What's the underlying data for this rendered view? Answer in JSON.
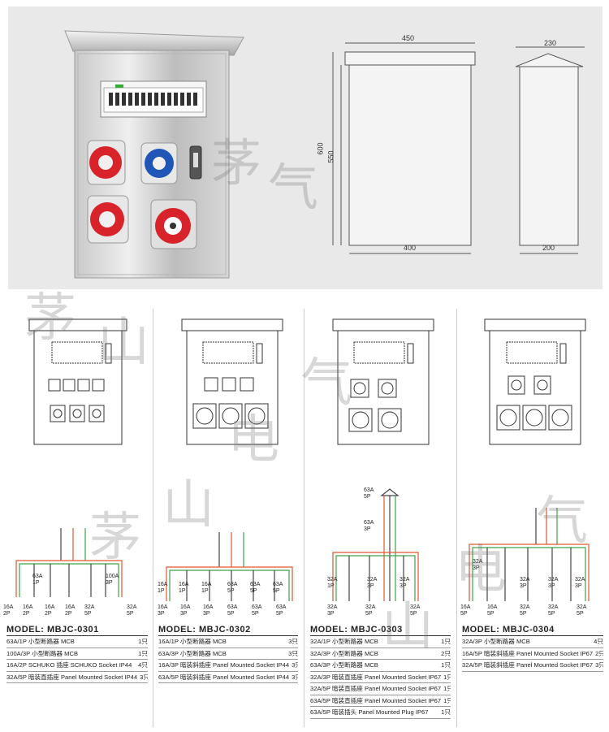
{
  "product_photo": {
    "description_icons": [
      "stainless-steel-enclosure",
      "mcb-row",
      "red-socket",
      "blue-socket",
      "red-socket",
      "red-plug-socket"
    ]
  },
  "dimensions": {
    "front_top_width": "450",
    "front_bottom_width": "400",
    "front_total_height": "600",
    "front_body_height": "550",
    "side_top_depth": "230",
    "side_bottom_depth": "200"
  },
  "watermark": {
    "chars": [
      "茅",
      "山",
      "电",
      "气"
    ]
  },
  "models": [
    {
      "title": "MODEL: MBJC-0301",
      "circuit_labels": {
        "main": "100A\n3P",
        "branch": "63A\n1P",
        "outputs": [
          "16A\n2P",
          "16A\n2P",
          "16A\n2P",
          "16A\n2P",
          "32A\n5P",
          "32A\n5P"
        ]
      },
      "items": [
        {
          "name": "63A/1P 小型断路器 MCB",
          "qty": "1只"
        },
        {
          "name": "100A/3P 小型断路器 MCB",
          "qty": "1只"
        },
        {
          "name": "16A/2P SCHUKO 插座 SCHUKO Socket IP44",
          "qty": "4只"
        },
        {
          "name": "32A/5P 暗装直插座 Panel Mounted Socket IP44",
          "qty": "3只"
        }
      ]
    },
    {
      "title": "MODEL: MBJC-0302",
      "circuit_labels": {
        "outputs": [
          "16A\n1P",
          "16A\n1P",
          "16A\n1P",
          "63A\n5P",
          "63A\n5P",
          "63A\n5P"
        ],
        "bottom": [
          "16A\n3P",
          "16A\n3P",
          "16A\n3P",
          "63A\n5P",
          "63A\n5P",
          "63A\n5P"
        ]
      },
      "items": [
        {
          "name": "16A/1P 小型断路器 MCB",
          "qty": "3只"
        },
        {
          "name": "63A/3P 小型断路器 MCB",
          "qty": "3只"
        },
        {
          "name": "16A/3P 暗装斜插座 Panel Mounted Socket IP44",
          "qty": "3只"
        },
        {
          "name": "63A/5P 暗装斜插座 Panel Mounted Socket IP44",
          "qty": "3只"
        }
      ]
    },
    {
      "title": "MODEL: MBJC-0303",
      "circuit_labels": {
        "inlet": "63A\n5P",
        "main": "63A\n3P",
        "branch": [
          "32A\n1P",
          "32A\n3P",
          "32A\n3P"
        ],
        "outputs": [
          "32A\n3P",
          "32A\n5P",
          "32A\n5P"
        ]
      },
      "items": [
        {
          "name": "32A/1P 小型断路器 MCB",
          "qty": "1只"
        },
        {
          "name": "32A/3P 小型断路器 MCB",
          "qty": "2只"
        },
        {
          "name": "63A/3P 小型断路器 MCB",
          "qty": "1只"
        },
        {
          "name": "32A/3P 暗装直插座 Panel Mounted Socket IP67",
          "qty": "1只"
        },
        {
          "name": "32A/5P 暗装直插座 Panel Mounted Socket IP67",
          "qty": "1只"
        },
        {
          "name": "63A/5P 暗装直插座 Panel Mounted Socket IP67",
          "qty": "1只"
        },
        {
          "name": "63A/5P 暗装插头 Panel Mounted Plug IP67",
          "qty": "1只"
        }
      ]
    },
    {
      "title": "MODEL: MBJC-0304",
      "circuit_labels": {
        "main": "32A\n3P",
        "branch": [
          "32A\n3P",
          "32A\n3P",
          "32A\n3P"
        ],
        "outputs": [
          "16A\n5P",
          "16A\n5P",
          "32A\n5P",
          "32A\n5P",
          "32A\n5P"
        ]
      },
      "items": [
        {
          "name": "32A/3P 小型断路器 MCB",
          "qty": "4只"
        },
        {
          "name": "16A/5P 暗装斜插座 Panel Mounted Socket IP67",
          "qty": "2只"
        },
        {
          "name": "32A/5P 暗装斜插座 Panel Mounted Socket IP67",
          "qty": "3只"
        }
      ]
    }
  ],
  "colors": {
    "wire_red": "#e0572f",
    "wire_green": "#3da24a",
    "wire_dark": "#444444",
    "socket_red": "#d8232a",
    "socket_blue": "#1f56b8"
  }
}
